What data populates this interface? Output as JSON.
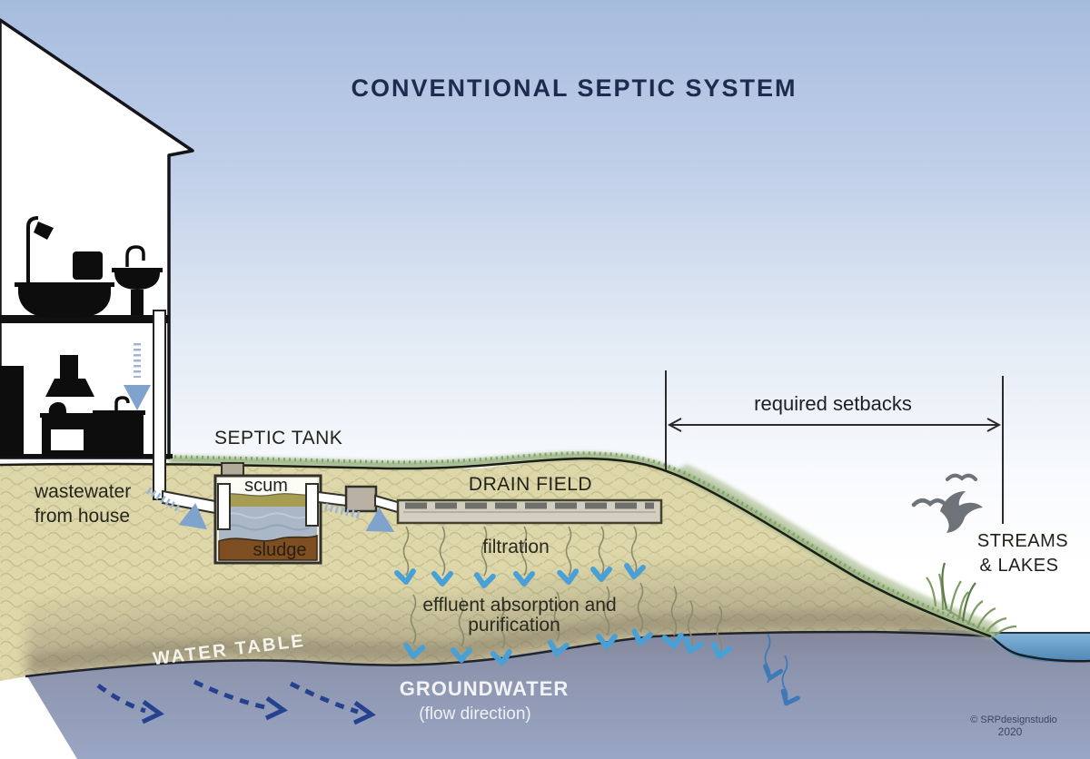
{
  "title": "CONVENTIONAL SEPTIC SYSTEM",
  "labels": {
    "septic_tank": "SEPTIC TANK",
    "scum": "scum",
    "sludge": "sludge",
    "drain_field": "DRAIN FIELD",
    "filtration": "filtration",
    "effluent_absorption_1": "effluent absorption and",
    "effluent_absorption_2": "purification",
    "wastewater_1": "wastewater",
    "wastewater_2": "from house",
    "water_table": "WATER TABLE",
    "groundwater": "GROUNDWATER",
    "flow_direction": "(flow direction)",
    "required_setbacks": "required setbacks",
    "streams_1": "STREAMS",
    "streams_2": "& LAKES"
  },
  "credit": {
    "studio": "© SRPdesignstudio",
    "year": "2020"
  },
  "icons": {
    "birds": "flying-birds-icon",
    "effluent_arrows": "down-chevron-arrow-icon",
    "flow_arrows": "thick-flow-arrow-icon",
    "groundwater_arrows": "dashed-flow-arrow-icon",
    "setback_arrow": "double-headed-arrow-icon"
  },
  "colors": {
    "sky_top": "#a6bcde",
    "soil": "#ddd7a9",
    "soil_shadow": "#7d7262",
    "groundwater_top": "#878ca3",
    "groundwater_bottom": "#98a5c3",
    "stream_blue": "#5f9dc9",
    "effluent_arrow_blue": "#49a0d6",
    "flow_arrow_blue": "#7fa3cd",
    "groundwater_arrow_navy": "#26418f",
    "sludge_brown": "#7c4e21",
    "scum_olive": "#a79d52",
    "tank_effluent_gray": "#a9b7c6",
    "title_navy": "#1c2b4e",
    "grass_green": "#8fa876"
  }
}
